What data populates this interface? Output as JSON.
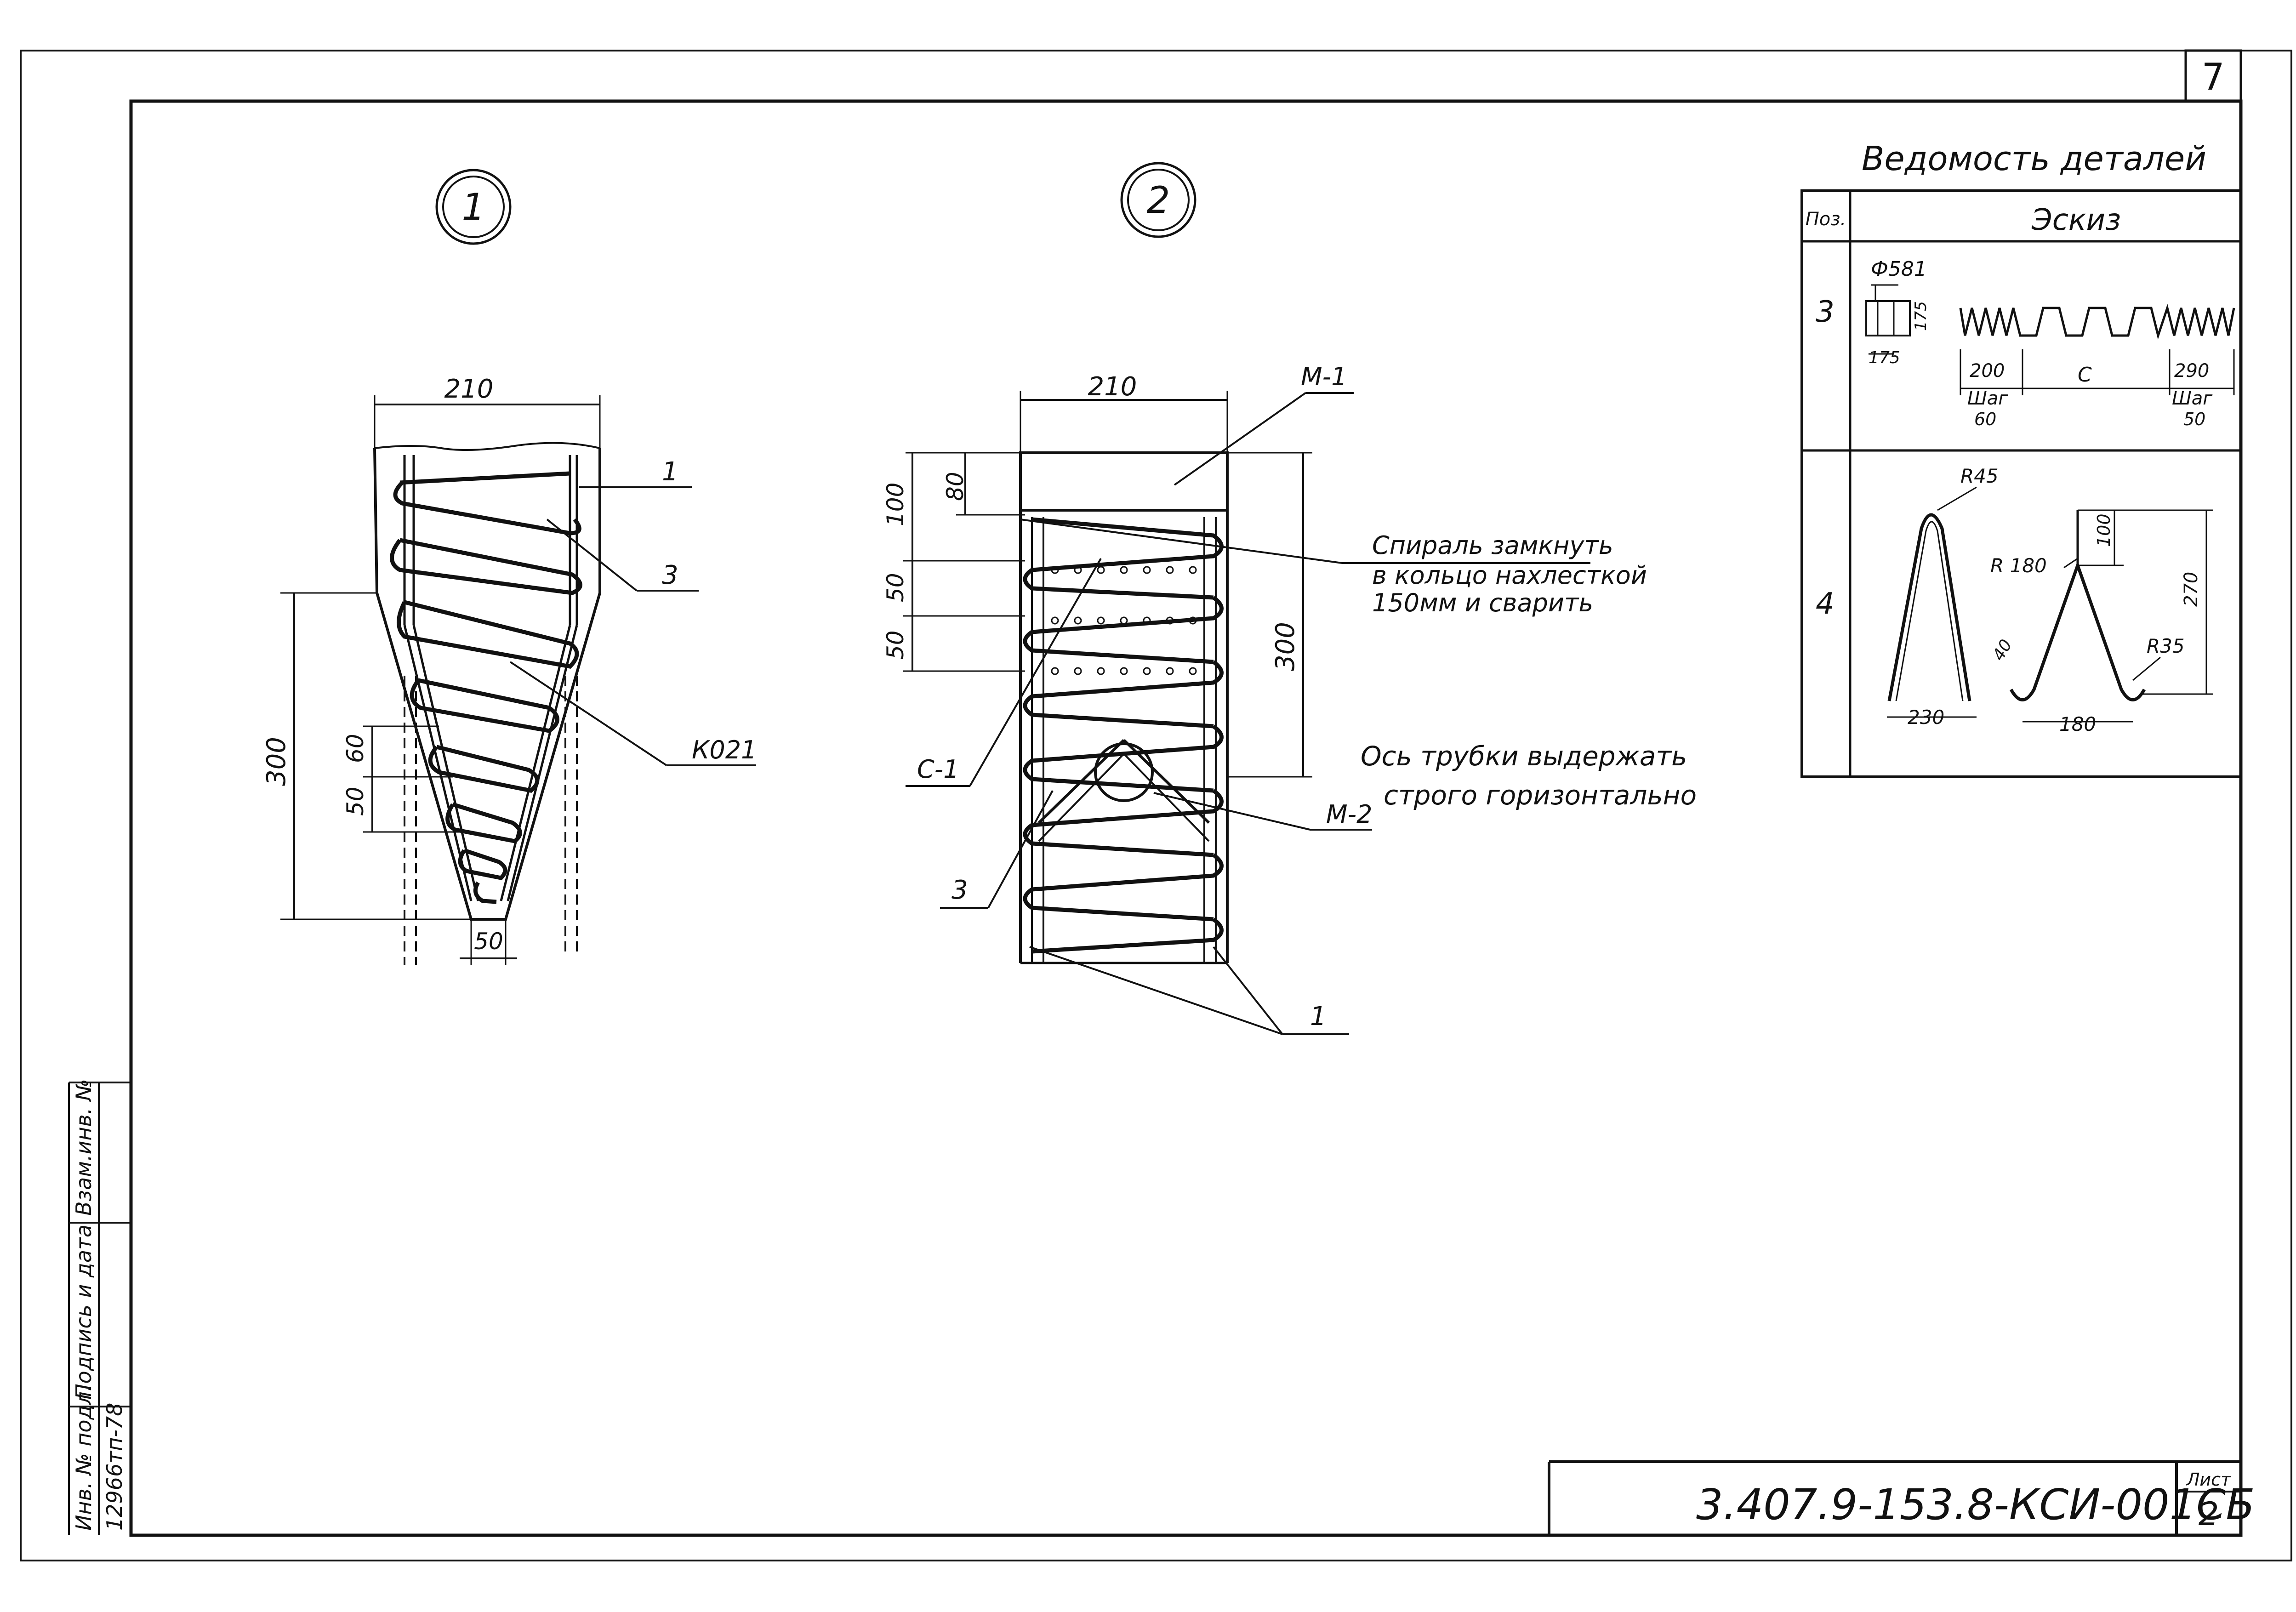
{
  "sheet": {
    "page_number": "7",
    "designation": "3.407.9-153.8-КСИ-001СБ",
    "sheet_label": "Лист",
    "sheet_number": "2",
    "side_stamp": {
      "inv_podl_label": "Инв. № подл.",
      "inv_podl_value": "12966тп-78",
      "sign_date_label": "Подпись и дата",
      "vzam_label": "Взам.инв. №"
    }
  },
  "view1": {
    "marker": "1",
    "dim_top": "210",
    "dim_height": "300",
    "dim_60": "60",
    "dim_50": "50",
    "dim_bottom": "50",
    "callout_1": "1",
    "callout_3": "3",
    "callout_k021": "К021"
  },
  "view2": {
    "marker": "2",
    "dim_top": "210",
    "dim_100": "100",
    "dim_80": "80",
    "dim_50a": "50",
    "dim_50b": "50",
    "dim_300": "300",
    "callout_m1": "М-1",
    "callout_c1": "С-1",
    "callout_3": "3",
    "callout_m2": "М-2",
    "callout_1": "1",
    "note_spiral": [
      "Спираль замкнуть",
      "в кольцо нахлесткой",
      "150мм и сварить"
    ],
    "note_axis": [
      "Ось трубки выдержать",
      "строго горизонтально"
    ]
  },
  "details_table": {
    "title": "Ведомость деталей",
    "col_pos": "Поз.",
    "col_sketch": "Эскиз",
    "row3": {
      "pos": "3",
      "dia": "Ф581",
      "d175a": "175",
      "d175b": "175",
      "d200": "200",
      "dc": "С",
      "d290": "290",
      "step_label": "Шаг",
      "step60": "60",
      "step50": "50"
    },
    "row4": {
      "pos": "4",
      "r45": "R45",
      "r180": "R 180",
      "d100": "100",
      "d270": "270",
      "d40": "40",
      "r35": "R35",
      "d230": "230",
      "d180": "180"
    }
  }
}
